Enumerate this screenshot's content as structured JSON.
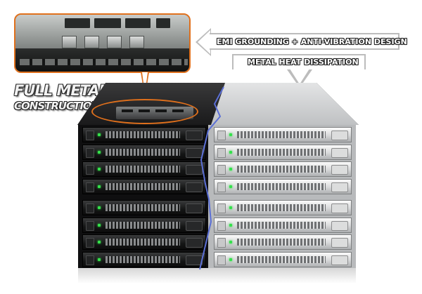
{
  "callouts": {
    "emi_grounding": "EMI GROUNDING + ANTI-VIBRATION DESIGN",
    "heat_dissipation": "METAL HEAT DISSIPATION"
  },
  "headline": {
    "line1": "FULL METAL",
    "line2": "CONSTRUCTION"
  },
  "device": {
    "left_finish": "black",
    "right_finish": "silver",
    "bays_per_side": 8,
    "led_color": "#35e14b"
  },
  "colors": {
    "highlight": "#e0701c",
    "callout_border": "#bcbcbc",
    "seam": "#5b6fd6"
  }
}
